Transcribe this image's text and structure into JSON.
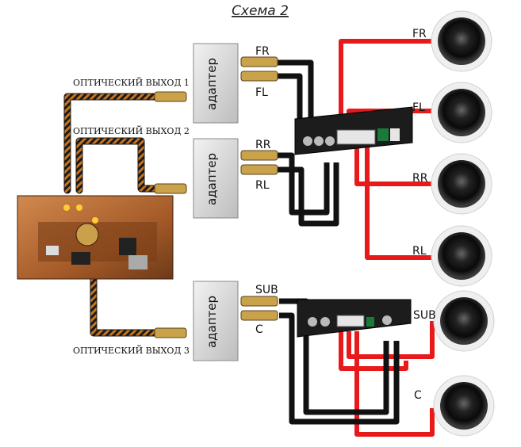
{
  "title": "Схема 2",
  "optical_outputs": [
    "ОПТИЧЕСКИЙ ВЫХОД 1",
    "ОПТИЧЕСКИЙ ВЫХОД 2",
    "ОПТИЧЕСКИЙ ВЫХОД 3"
  ],
  "adapter_label": "адаптер",
  "adapter1": {
    "out_top": "FR",
    "out_bottom": "FL"
  },
  "adapter2": {
    "out_top": "RR",
    "out_bottom": "RL"
  },
  "adapter3": {
    "out_top": "SUB",
    "out_bottom": "C"
  },
  "speakers": [
    "FR",
    "FL",
    "RR",
    "RL",
    "SUB",
    "C"
  ],
  "colors": {
    "speaker_wire": "#e8191b",
    "rca_cable": "#111111",
    "optical_braid": "#c8741e",
    "adapter_body": "#d6d6d6",
    "head_unit": "#b86a34",
    "amplifier": "#1c1c1c"
  }
}
